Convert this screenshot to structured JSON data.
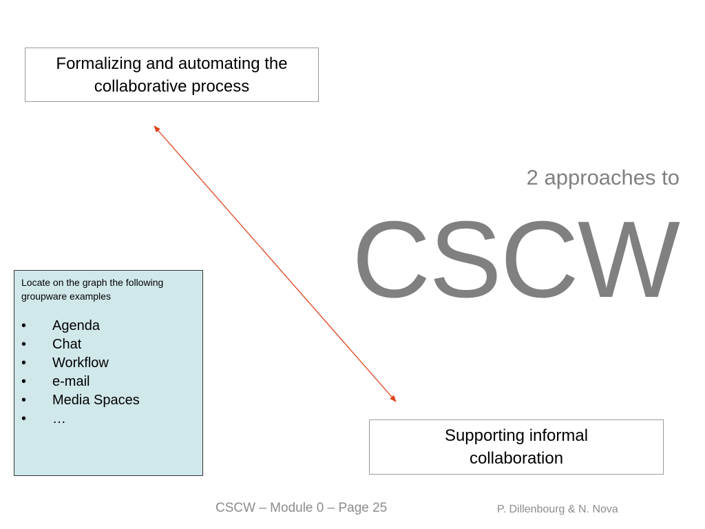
{
  "slide": {
    "top_box_text": "Formalizing and automating the collaborative process",
    "bottom_box_text": "Supporting informal collaboration",
    "subtitle": "2 approaches to",
    "title": "CSCW",
    "arrow_color": "#e0401a",
    "examples": {
      "intro": "Locate on the graph the following groupware examples",
      "bullet_char": "•",
      "items": [
        {
          "label": "Agenda"
        },
        {
          "label": "Chat"
        },
        {
          "label": "Workflow"
        },
        {
          "label": "e-mail"
        },
        {
          "label": "Media Spaces"
        },
        {
          "label": "…"
        }
      ],
      "background": "#d1e8eb"
    },
    "footer": {
      "center": "CSCW – Module 0 – Page 25",
      "right": "P. Dillenbourg & N. Nova"
    }
  }
}
